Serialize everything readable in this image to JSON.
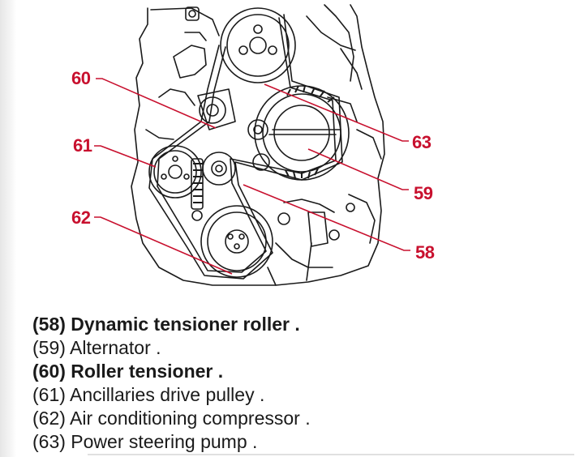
{
  "callouts": {
    "c60": "60",
    "c61": "61",
    "c62": "62",
    "c63": "63",
    "c59": "59",
    "c58": "58"
  },
  "legend": [
    {
      "text": "(58) Dynamic tensioner roller .",
      "bold": true
    },
    {
      "text": "(59) Alternator .",
      "bold": false
    },
    {
      "text": "(60) Roller tensioner .",
      "bold": true
    },
    {
      "text": "(61) Ancillaries drive pulley .",
      "bold": false
    },
    {
      "text": "(62) Air conditioning compressor .",
      "bold": false
    },
    {
      "text": "(63) Power steering pump .",
      "bold": false
    }
  ],
  "colors": {
    "callout_red": "#c8102e",
    "line_art": "#1a1a1a"
  }
}
